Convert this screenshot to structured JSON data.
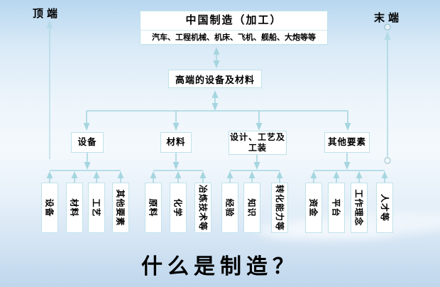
{
  "endpoints": {
    "top_label": "顶端",
    "end_label": "末端"
  },
  "root": {
    "title": "中国制造（加工）",
    "subtitle": "汽车、工程机械、机床、飞机、舰船、大炮等等"
  },
  "mid": {
    "label": "高端的设备及材料"
  },
  "categories": [
    {
      "label": "设备",
      "items": [
        "设备",
        "材料",
        "工艺",
        "其他要素"
      ]
    },
    {
      "label": "材料",
      "items": [
        "原料",
        "化学",
        "冶炼技术等"
      ]
    },
    {
      "label": "设计、工艺及工装",
      "items": [
        "经验",
        "知识",
        "转化能力等"
      ]
    },
    {
      "label": "其他要素",
      "items": [
        "资金",
        "平台",
        "工作理念",
        "人才等"
      ]
    }
  ],
  "footer": {
    "question": "什么是制造？"
  },
  "colors": {
    "connector": "#a6d6e0",
    "box_border": "#bfe2ea",
    "box_fill": "#ffffff",
    "text": "#000000",
    "background_top": "#b7d7ef",
    "background_middle": "#f4f9fd",
    "background_bottom": "#bfd6ec"
  }
}
